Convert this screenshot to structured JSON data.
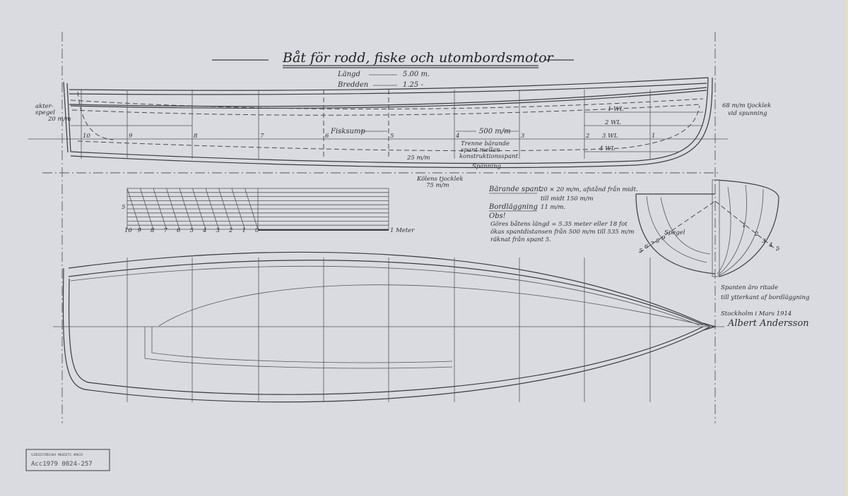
{
  "title": "Båt för rodd, fiske och utombordsmotor",
  "dimensions": {
    "length_label": "Längd",
    "length_value": "5.00 m.",
    "beam_label": "Bredden",
    "beam_value": "1.25 -"
  },
  "profile": {
    "transom_label_1": "akter-",
    "transom_label_2": "spegel",
    "transom_thickness": "20 m/m",
    "stations": [
      "10",
      "9",
      "8",
      "7",
      "6",
      "5",
      "4",
      "3",
      "2",
      "1"
    ],
    "fish_well": "Fisksump",
    "frame_spacing": "500 m/m",
    "frames_note_1": "Trenne bärande",
    "frames_note_2": "spant mellan",
    "frames_note_3": "konstruktionsspant",
    "dim_25": "25 m/m",
    "rabbet": "Spänning",
    "keel_thickness_1": "Kölens tjocklek",
    "keel_thickness_2": "75 m/m",
    "stem_note_1": "68 m/m tjocklek",
    "stem_note_2": "vid spunning",
    "waterlines": [
      "1 WL",
      "2 WL",
      "3 WL",
      "4 WL"
    ]
  },
  "scale": {
    "side_label": "5",
    "ticks": [
      "10",
      "9",
      "8",
      "7",
      "6",
      "5",
      "4",
      "3",
      "2",
      "1",
      "0"
    ],
    "end_label": "1 Meter"
  },
  "notes": {
    "frames_label": "Bärande spant",
    "frames_text_1": "20 × 20 m/m, afstånd från midt.",
    "frames_text_2": "till midt 150 m/m",
    "planking_label": "Bordläggning",
    "planking_text": "11 m/m.",
    "obs": "Obs!",
    "obs_1": "Göres båtens längd = 5.35 meter eller 18 fot",
    "obs_2": "ökas spantdistansen från 500 m/m till 535 m/m",
    "obs_3": "räknat från spant 5."
  },
  "body_plan": {
    "spegel": "Spegel",
    "left_numbers": [
      "5",
      "6",
      "7",
      "8",
      "9"
    ],
    "right_numbers": [
      "1",
      "2",
      "3",
      "4",
      "5"
    ]
  },
  "signature_block": {
    "frames_drawn_1": "Spanten äro ritade",
    "frames_drawn_2": "till ytterkant af bordläggning",
    "place_date": "Stockholm i Mars 1914",
    "signature": "Albert Andersson"
  },
  "stamp": {
    "line1": "SJÖHISTORISKA MUSEETS ARKIV",
    "line2": "Acc1979  0024-257"
  }
}
